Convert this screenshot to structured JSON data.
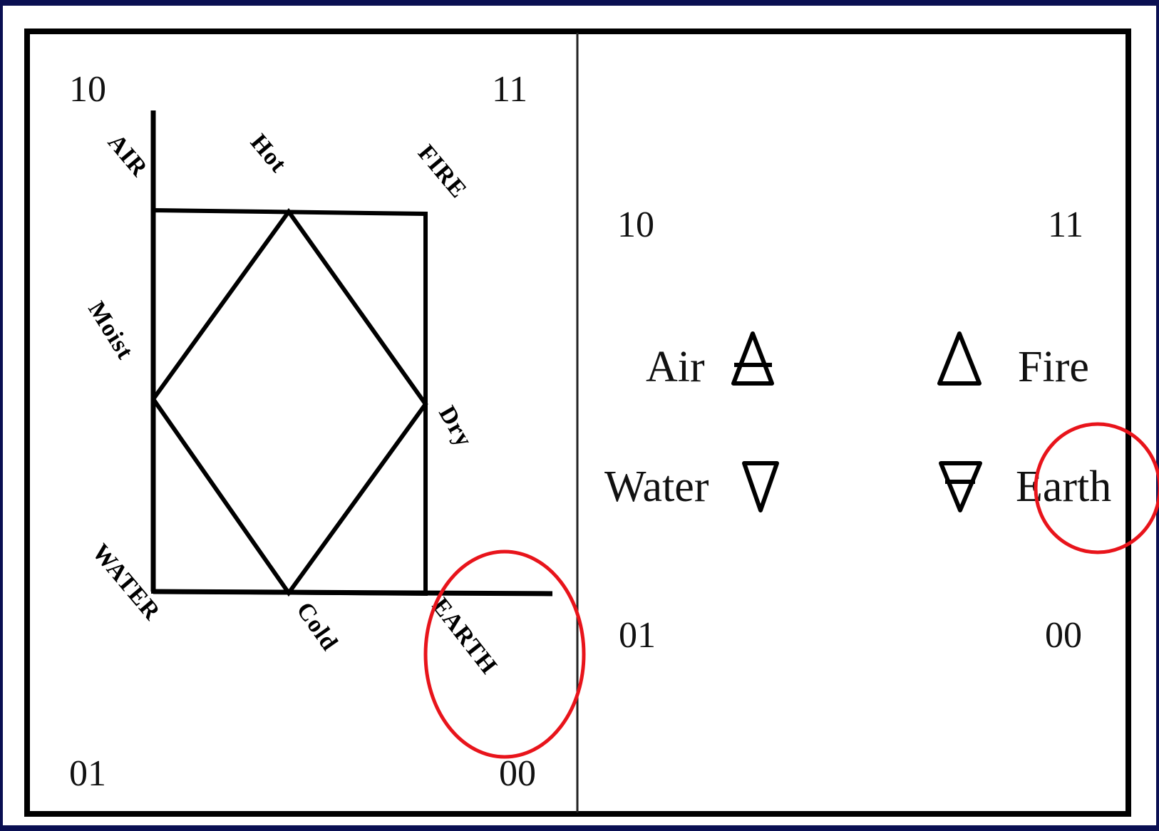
{
  "left_panel": {
    "corners": {
      "top_left": "10",
      "top_right": "11",
      "bottom_left": "01",
      "bottom_right": "00"
    },
    "labels": {
      "air": "AIR",
      "hot": "Hot",
      "fire": "FIRE",
      "moist": "Moist",
      "dry": "Dry",
      "water": "WATER",
      "cold": "Cold",
      "earth": "EARTH"
    }
  },
  "right_panel": {
    "corners": {
      "top_left": "10",
      "top_right": "11",
      "bottom_left": "01",
      "bottom_right": "00"
    },
    "elements": {
      "air": "Air",
      "fire": "Fire",
      "water": "Water",
      "earth": "Earth"
    },
    "symbols": {
      "air": "air-symbol-icon",
      "fire": "fire-symbol-icon",
      "water": "water-symbol-icon",
      "earth": "earth-symbol-icon"
    }
  },
  "colors": {
    "background": "#0a0f52",
    "panel": "#ffffff",
    "ink": "#000000",
    "highlight": "#e8141b"
  }
}
